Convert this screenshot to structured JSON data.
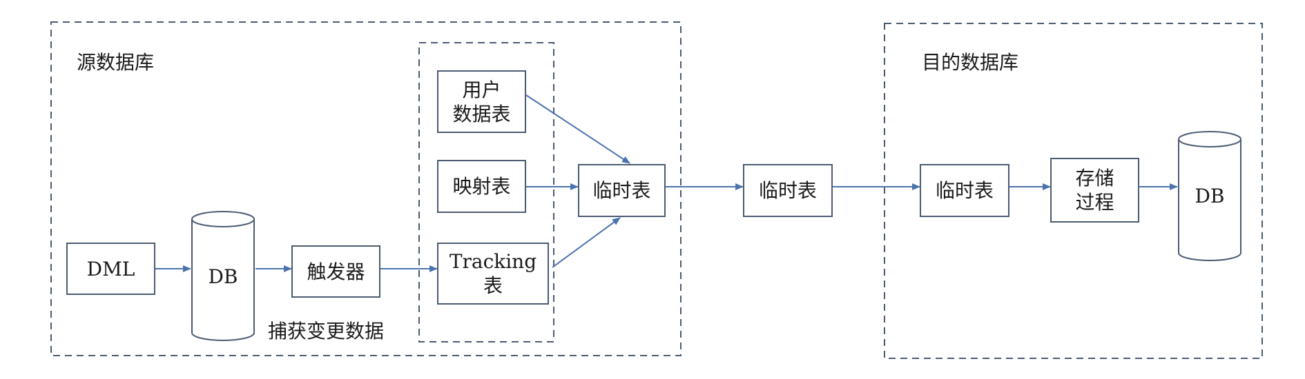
{
  "colors": {
    "arrow": "#4a72ad",
    "border": "#4a5a72",
    "dashed": "#4a5a72",
    "text": "#1a1a1a"
  },
  "regions": {
    "source": "源数据库",
    "target": "目的数据库",
    "capture": "捕获变更数据"
  },
  "nodes": {
    "dml": "DML",
    "db_source": "DB",
    "trigger": "触发器",
    "user_table": "用户\n数据表",
    "mapping_table": "映射表",
    "tracking_table": "Tracking\n表",
    "temp_table_1": "临时表",
    "temp_table_2": "临时表",
    "temp_table_3": "临时表",
    "stored_procedure": "存储\n过程",
    "db_target": "DB"
  }
}
